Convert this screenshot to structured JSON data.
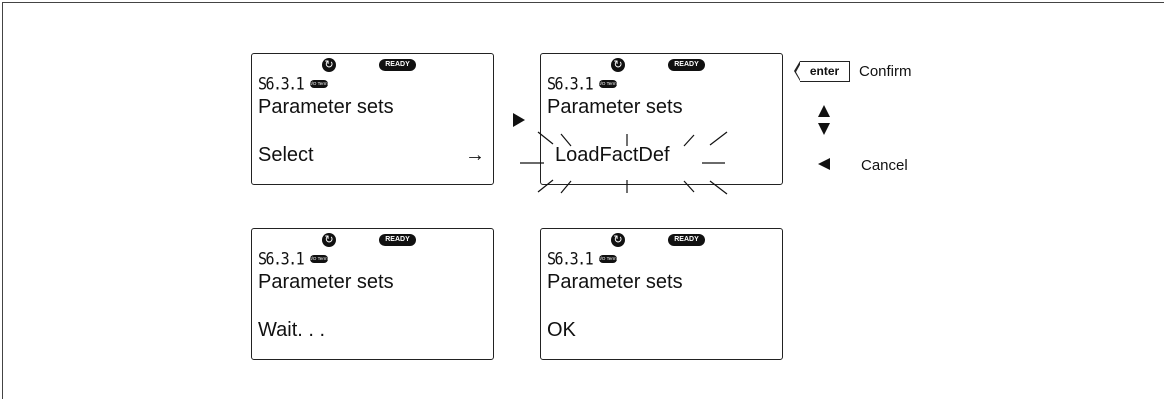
{
  "screens": [
    {
      "code": "S6.3.1",
      "io_label": "I/O Term",
      "ready_label": "READY",
      "title": "Parameter sets",
      "value": "Select",
      "arrow": "→"
    },
    {
      "code": "S6.3.1",
      "io_label": "I/O Term",
      "ready_label": "READY",
      "title": "Parameter sets",
      "value": "LoadFactDef"
    },
    {
      "code": "S6.3.1",
      "io_label": "I/O Term",
      "ready_label": "READY",
      "title": "Parameter sets",
      "value": "Wait. . ."
    },
    {
      "code": "S6.3.1",
      "io_label": "I/O Term",
      "ready_label": "READY",
      "title": "Parameter sets",
      "value": "OK"
    }
  ],
  "keys": {
    "enter_label": "enter",
    "confirm_label": "Confirm",
    "cancel_label": "Cancel"
  },
  "icons": {
    "rotation": "rotation-icon",
    "up_down": "up-down-arrows-icon",
    "left": "left-arrow-icon",
    "right": "right-pointer-icon"
  }
}
